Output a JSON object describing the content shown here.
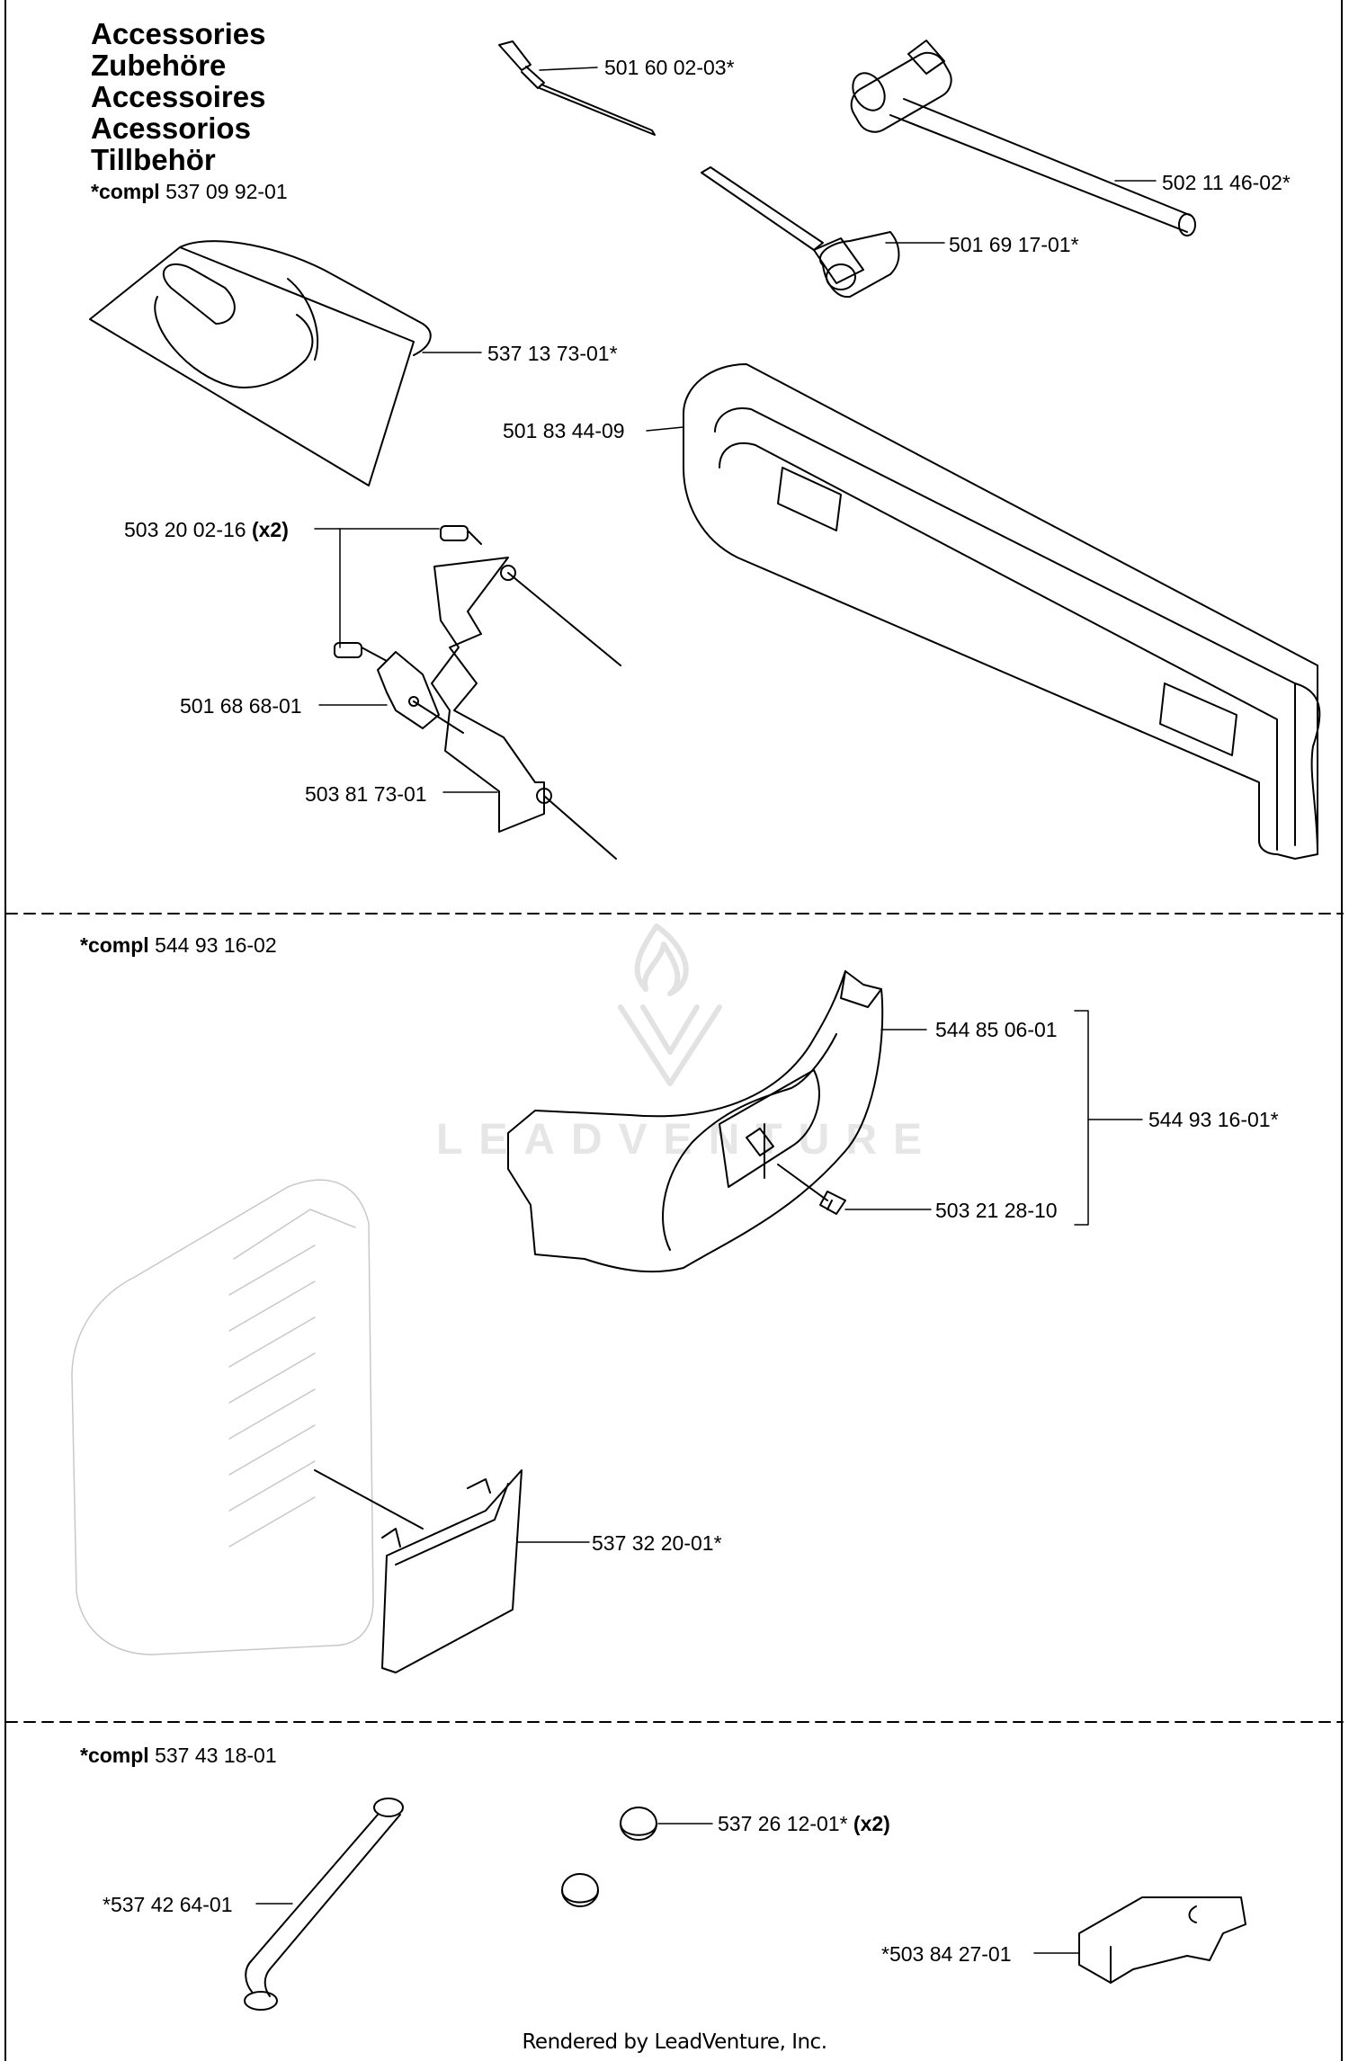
{
  "titles": [
    "Accessories",
    "Zubehöre",
    "Accessoires",
    "Acessorios",
    "Tillbehör"
  ],
  "sections": [
    {
      "compl_prefix": "*compl",
      "compl_number": "537 09 92-01"
    },
    {
      "compl_prefix": "*compl",
      "compl_number": "544 93 16-02"
    },
    {
      "compl_prefix": "*compl",
      "compl_number": "537 43 18-01"
    }
  ],
  "parts": {
    "p1": {
      "number": "501 60 02-03*"
    },
    "p2": {
      "number": "502 11 46-02*"
    },
    "p3": {
      "number": "501 69 17-01*"
    },
    "p4": {
      "number": "537 13 73-01*"
    },
    "p5": {
      "number": "501 83 44-09"
    },
    "p6": {
      "number": "503 20 02-16",
      "qty": "(x2)"
    },
    "p7": {
      "number": "501 68 68-01"
    },
    "p8": {
      "number": "503 81 73-01"
    },
    "p9": {
      "number": "544 85 06-01"
    },
    "p10": {
      "number": "544 93 16-01*"
    },
    "p11": {
      "number": "503 21 28-10"
    },
    "p12": {
      "number": "537 32 20-01*"
    },
    "p13": {
      "number": "537 26 12-01*",
      "qty": "(x2)"
    },
    "p14": {
      "number": "*537 42 64-01"
    },
    "p15": {
      "number": "*503 84 27-01"
    }
  },
  "watermark": "LEADVENTURE",
  "footer": "Rendered by LeadVenture, Inc."
}
